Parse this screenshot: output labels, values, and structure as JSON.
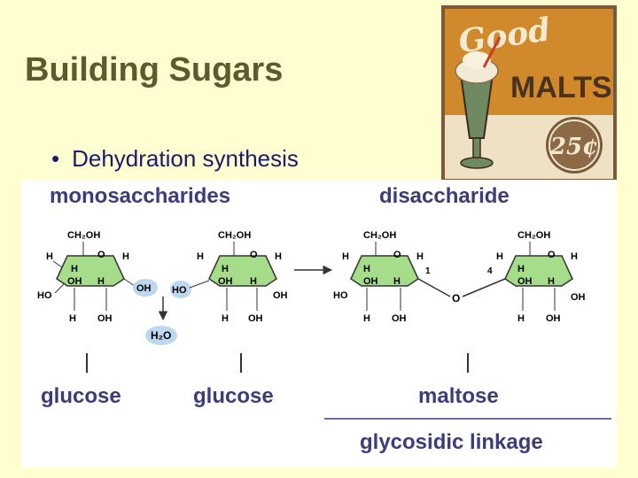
{
  "slide": {
    "title": "Building Sugars",
    "bullet": "Dehydration synthesis"
  },
  "sign": {
    "line1": "Good",
    "line2": "MALTS",
    "price": "25¢"
  },
  "diagram": {
    "header_left": "monosaccharides",
    "header_right": "disaccharide",
    "label_glucose_1": "glucose",
    "label_glucose_2": "glucose",
    "label_maltose": "maltose",
    "label_linkage": "glycosidic linkage",
    "water": "H₂O",
    "atoms": {
      "ch2oh": "CH₂OH",
      "h": "H",
      "o": "O",
      "oh": "OH",
      "ho": "HO",
      "c1": "1",
      "c4": "4"
    }
  },
  "colors": {
    "background": "#fefed0",
    "title": "#5f5a2c",
    "bullet": "#1a1a6e",
    "ring_fill": "#a6dd8a",
    "reactive_group": "#bcd8ee",
    "label_text": "#3d3c7a",
    "sign_orange": "#d08a2c",
    "sign_cream": "#efe2c4"
  }
}
